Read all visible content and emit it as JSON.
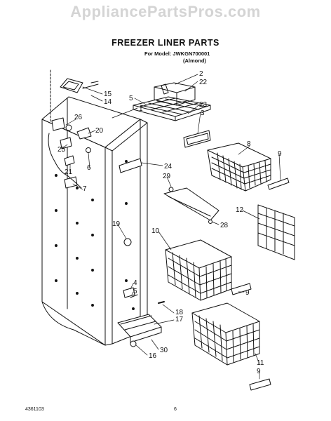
{
  "watermark": "AppliancePartsPros.com",
  "header": {
    "title": "FREEZER LINER PARTS",
    "model_line": "For Model: JWKGN700001",
    "color_line": "(Almond)"
  },
  "callouts": [
    "2",
    "22",
    "5",
    "23",
    "3",
    "15",
    "14",
    "1",
    "26",
    "20",
    "25",
    "6",
    "21",
    "7",
    "24",
    "8",
    "9",
    "29",
    "12",
    "28",
    "19",
    "10",
    "4",
    "5",
    "9",
    "18",
    "17",
    "30",
    "16",
    "11",
    "9"
  ],
  "footer": {
    "doc_number": "4361103",
    "page_number": "6"
  }
}
